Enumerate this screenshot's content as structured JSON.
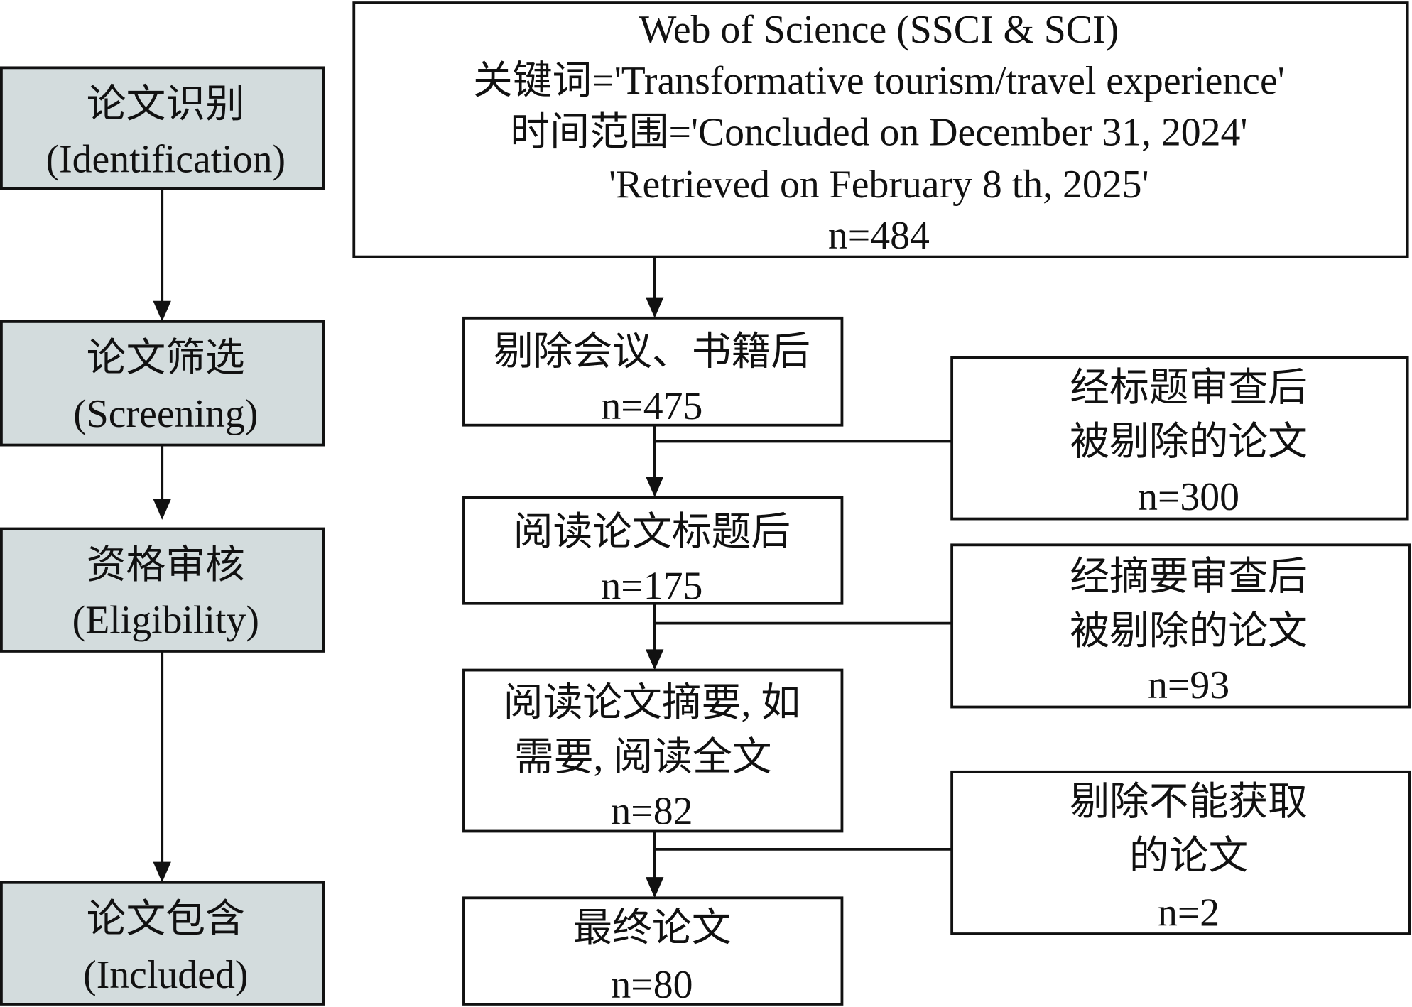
{
  "stages": [
    {
      "zh": "论文识别",
      "en": "(Identification)"
    },
    {
      "zh": "论文筛选",
      "en": "(Screening)"
    },
    {
      "zh": "资格审核",
      "en": "(Eligibility)"
    },
    {
      "zh": "论文包含",
      "en": "(Included)"
    }
  ],
  "source_box": {
    "lines": [
      "Web of Science (SSCI & SCI)",
      "关键词='Transformative tourism/travel experience'",
      "时间范围='Concluded on December 31, 2024'",
      "'Retrieved on February 8 th, 2025'",
      "n=484"
    ]
  },
  "flow_boxes": [
    {
      "lines": [
        "剔除会议、书籍后",
        "n=475"
      ]
    },
    {
      "lines": [
        "阅读论文标题后",
        "n=175"
      ]
    },
    {
      "lines": [
        "阅读论文摘要, 如",
        "需要, 阅读全文",
        "n=82"
      ]
    },
    {
      "lines": [
        "最终论文",
        "n=80"
      ]
    }
  ],
  "exclusion_boxes": [
    {
      "lines": [
        "经标题审查后",
        "被剔除的论文",
        "n=300"
      ]
    },
    {
      "lines": [
        "经摘要审查后",
        "被剔除的论文",
        "n=93"
      ]
    },
    {
      "lines": [
        "剔除不能获取",
        "的论文",
        "n=2"
      ]
    }
  ],
  "colors": {
    "stage_fill": "#d3dcdd",
    "stroke": "#111111"
  }
}
